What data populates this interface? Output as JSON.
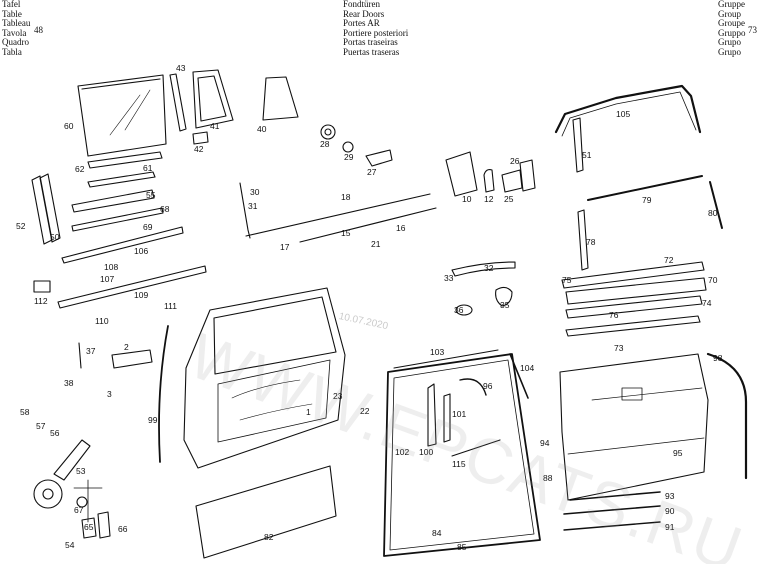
{
  "header": {
    "left_lines": [
      "Tafel",
      "Table",
      "Tableau",
      "Tavola",
      "Quadro",
      "Tabla"
    ],
    "table_number": "48",
    "middle_lines": [
      "Fondtüren",
      "Rear Doors",
      "Portes AR",
      "Portiere posteriori",
      "Portas traseiras",
      "Puertas traseras"
    ],
    "right_lines": [
      "Gruppe",
      "Group",
      "Groupe",
      "Gruppo",
      "Grupo",
      "Grupo"
    ],
    "group_number": "73"
  },
  "watermark": {
    "text": "WWW.EPCATS.RU",
    "date": "10.07.2020"
  },
  "colors": {
    "ink": "#111111",
    "paper": "#ffffff",
    "watermark": "#969696"
  },
  "parts": [
    "43",
    "60",
    "41",
    "40",
    "42",
    "105",
    "62",
    "61",
    "28",
    "29",
    "27",
    "26",
    "30",
    "51",
    "55",
    "68",
    "10",
    "12",
    "25",
    "18",
    "31",
    "52",
    "50",
    "69",
    "79",
    "80",
    "15",
    "16",
    "21",
    "78",
    "106",
    "17",
    "72",
    "75",
    "70",
    "33",
    "32",
    "108",
    "107",
    "112",
    "109",
    "111",
    "35",
    "36",
    "110",
    "74",
    "76",
    "73",
    "37",
    "2",
    "103",
    "104",
    "98",
    "38",
    "3",
    "96",
    "23",
    "22",
    "58",
    "57",
    "99",
    "1",
    "101",
    "56",
    "94",
    "102",
    "100",
    "115",
    "95",
    "53",
    "88",
    "67",
    "93",
    "65",
    "66",
    "90",
    "91",
    "54",
    "82",
    "84",
    "85"
  ]
}
